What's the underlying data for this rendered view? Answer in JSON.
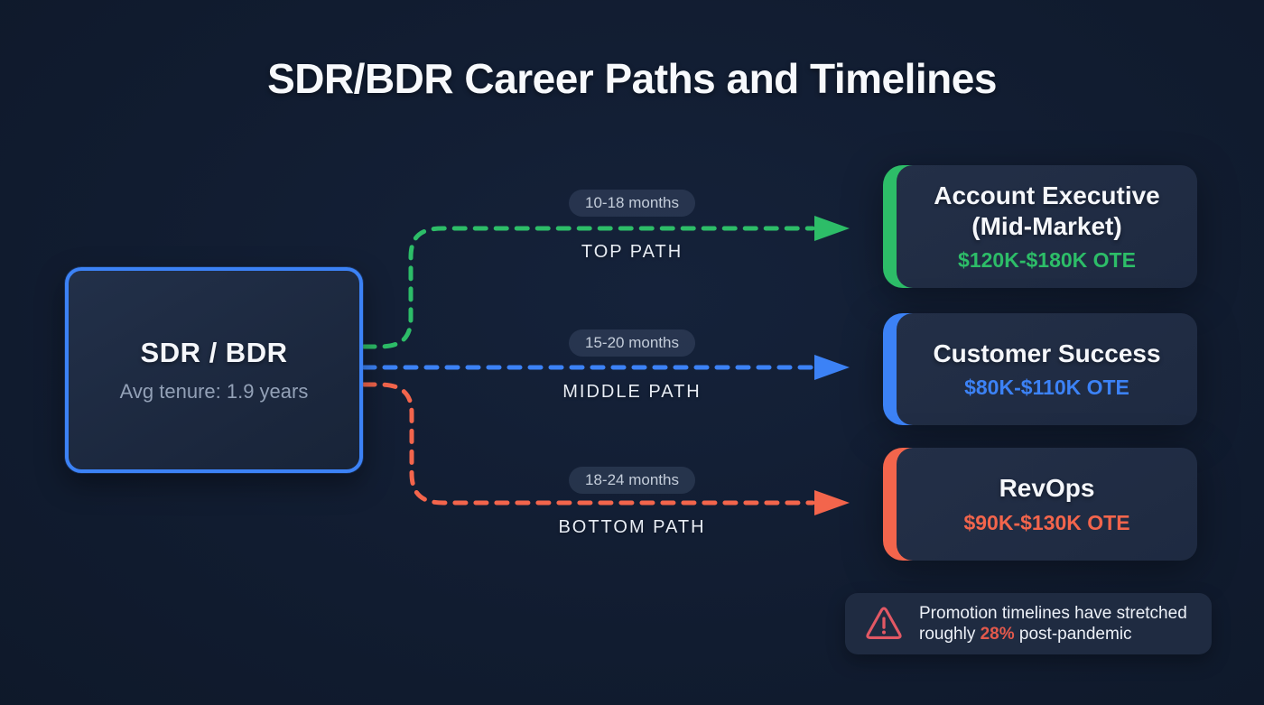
{
  "title": "SDR/BDR Career Paths and Timelines",
  "colors": {
    "background": "#101b2e",
    "blue": "#3c82f6",
    "green": "#2dbd68",
    "orange": "#f3654c",
    "warning_red": "#e25864",
    "highlight_red": "#e3594c",
    "card_background": "#232f47",
    "badge_text": "#c4cdda"
  },
  "source_node": {
    "title": "SDR / BDR",
    "subtitle": "Avg tenure: 1.9 years"
  },
  "paths": [
    {
      "id": "top",
      "badge": "10-18 months",
      "label": "TOP PATH",
      "color": "#2dbd68"
    },
    {
      "id": "middle",
      "badge": "15-20 months",
      "label": "MIDDLE PATH",
      "color": "#3c82f6"
    },
    {
      "id": "bottom",
      "badge": "18-24 months",
      "label": "BOTTOM PATH",
      "color": "#f3654c"
    }
  ],
  "destinations": [
    {
      "title": "Account Executive\n(Mid-Market)",
      "salary": "$120K-$180K OTE",
      "accent": "#2dbd68"
    },
    {
      "title": "Customer Success",
      "salary": "$80K-$110K OTE",
      "accent": "#3c82f6"
    },
    {
      "title": "RevOps",
      "salary": "$90K-$130K OTE",
      "accent": "#f3654c"
    }
  ],
  "note": {
    "text_before": "Promotion timelines have stretched roughly ",
    "highlight": "28%",
    "text_after": " post-pandemic",
    "icon": "warning-triangle-icon",
    "icon_color": "#e25864"
  }
}
